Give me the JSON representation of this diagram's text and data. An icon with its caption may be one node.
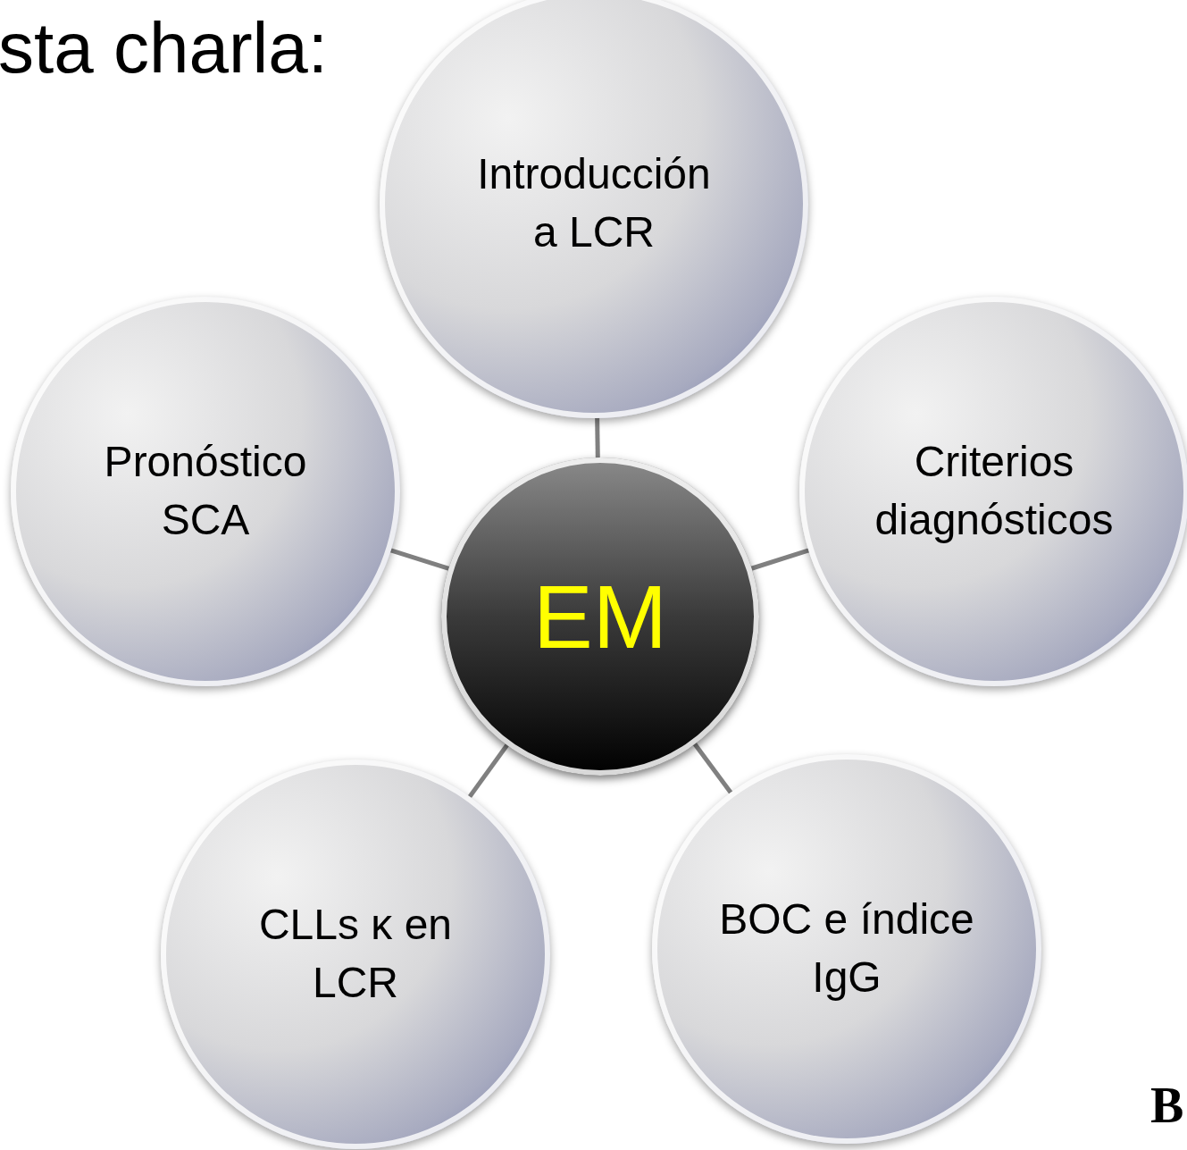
{
  "diagram": {
    "title": "sta charla:",
    "nodes": [
      {
        "text": [
          "EM"
        ]
      },
      {
        "text": [
          "Introducción a LCR"
        ]
      },
      {
        "text": [
          "Criterios diagnósticos"
        ]
      },
      {
        "text": [
          "BOC e índice IgG"
        ]
      },
      {
        "text": [
          "CLLs κ en LCR"
        ]
      },
      {
        "text": [
          "Pronóstico SCA"
        ]
      }
    ],
    "edges": [
      {
        "from": 0,
        "to": 1,
        "arrow": "none"
      },
      {
        "from": 0,
        "to": 2,
        "arrow": "none"
      },
      {
        "from": 0,
        "to": 3,
        "arrow": "none"
      },
      {
        "from": 0,
        "to": 4,
        "arrow": "none"
      },
      {
        "from": 0,
        "to": 5,
        "arrow": "none"
      }
    ],
    "labels": [
      "B"
    ]
  }
}
